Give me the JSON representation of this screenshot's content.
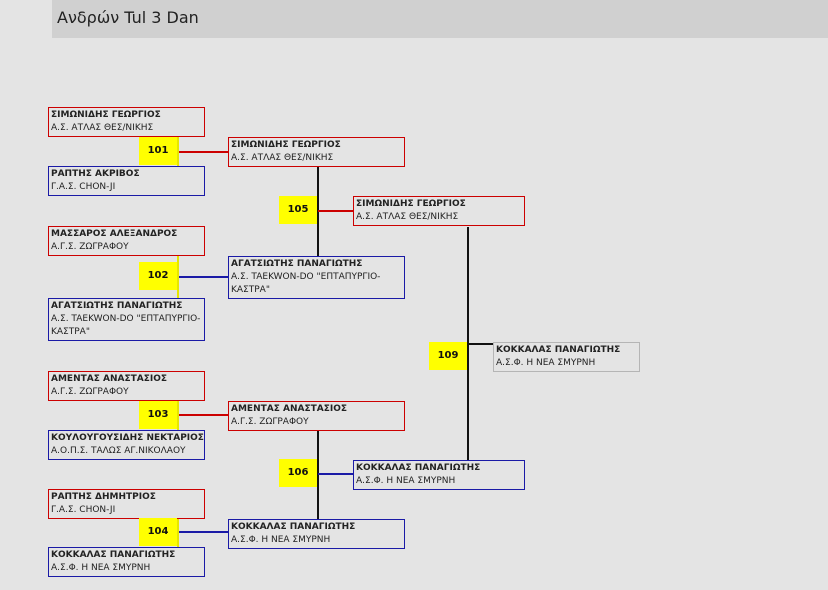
{
  "page": {
    "title": "Ανδρών Tul 3 Dan"
  },
  "round1": [
    {
      "name": "ΣΙΜΩΝΙΔΗΣ ΓΕΩΡΓΙΟΣ",
      "club": "Α.Σ. ΑΤΛΑΣ ΘΕΣ/ΝΙΚΗΣ"
    },
    {
      "name": "ΡΑΠΤΗΣ ΑΚΡΙΒΟΣ",
      "club": "Γ.Α.Σ. CHON-JI"
    },
    {
      "name": "ΜΑΣΣΑΡΟΣ ΑΛΕΞΑΝΔΡΟΣ",
      "club": "Α.Γ.Σ. ΖΩΓΡΑΦΟΥ"
    },
    {
      "name": "ΑΓΑΤΣΙΩΤΗΣ ΠΑΝΑΓΙΩΤΗΣ",
      "club": "Α.Σ. TAEKWON-DO \"ΕΠΤΑΠΥΡΓΙΟ-ΚΑΣΤΡΑ\""
    },
    {
      "name": "ΑΜΕΝΤΑΣ ΑΝΑΣΤΑΣΙΟΣ",
      "club": "Α.Γ.Σ. ΖΩΓΡΑΦΟΥ"
    },
    {
      "name": "ΚΟΥΛΟΥΓΟΥΣΙΔΗΣ ΝΕΚΤΑΡΙΟΣ",
      "club": "Α.Ο.Π.Σ. ΤΑΛΩΣ ΑΓ.ΝΙΚΟΛΑΟΥ"
    },
    {
      "name": "ΡΑΠΤΗΣ ΔΗΜΗΤΡΙΟΣ",
      "club": "Γ.Α.Σ. CHON-JI"
    },
    {
      "name": "ΚΟΚΚΑΛΑΣ ΠΑΝΑΓΙΩΤΗΣ",
      "club": "Α.Σ.Φ. Η ΝΕΑ ΣΜΥΡΝΗ"
    }
  ],
  "round2": [
    {
      "name": "ΣΙΜΩΝΙΔΗΣ ΓΕΩΡΓΙΟΣ",
      "club": "Α.Σ. ΑΤΛΑΣ ΘΕΣ/ΝΙΚΗΣ"
    },
    {
      "name": "ΑΓΑΤΣΙΩΤΗΣ ΠΑΝΑΓΙΩΤΗΣ",
      "club": "Α.Σ. TAEKWON-DO \"ΕΠΤΑΠΥΡΓΙΟ-ΚΑΣΤΡΑ\""
    },
    {
      "name": "ΑΜΕΝΤΑΣ ΑΝΑΣΤΑΣΙΟΣ",
      "club": "Α.Γ.Σ. ΖΩΓΡΑΦΟΥ"
    },
    {
      "name": "ΚΟΚΚΑΛΑΣ ΠΑΝΑΓΙΩΤΗΣ",
      "club": "Α.Σ.Φ. Η ΝΕΑ ΣΜΥΡΝΗ"
    }
  ],
  "round3": [
    {
      "name": "ΣΙΜΩΝΙΔΗΣ ΓΕΩΡΓΙΟΣ",
      "club": "Α.Σ. ΑΤΛΑΣ ΘΕΣ/ΝΙΚΗΣ"
    },
    {
      "name": "ΚΟΚΚΑΛΑΣ ΠΑΝΑΓΙΩΤΗΣ",
      "club": "Α.Σ.Φ. Η ΝΕΑ ΣΜΥΡΝΗ"
    }
  ],
  "final": {
    "name": "ΚΟΚΚΑΛΑΣ ΠΑΝΑΓΙΩΤΗΣ",
    "club": "Α.Σ.Φ. Η ΝΕΑ ΣΜΥΡΝΗ"
  },
  "matches": [
    "101",
    "102",
    "103",
    "104",
    "105",
    "106",
    "109"
  ],
  "colors": {
    "red": "#cc0000",
    "blue": "#1a1aa6",
    "match": "#ffff00",
    "final_border": "#b5b5b5"
  }
}
